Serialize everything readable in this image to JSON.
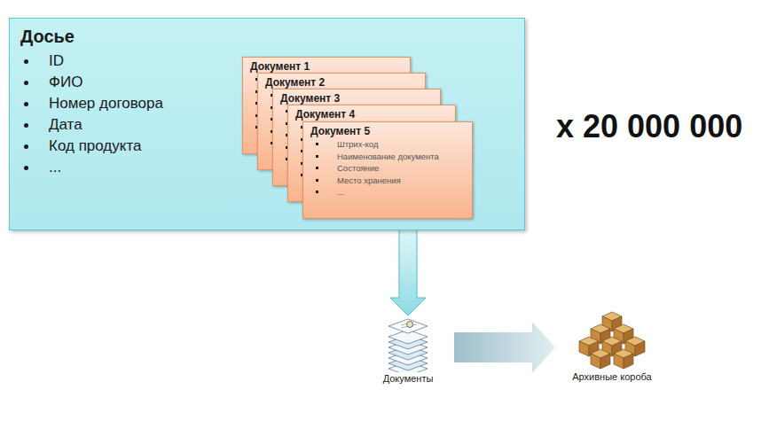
{
  "diagram": {
    "nodes": [
      {
        "text": [
          "Досье",
          "ID",
          "ФИО",
          "Номер договора",
          "Дата",
          "Код продукта",
          "..."
        ]
      },
      {
        "text": [
          "Документ 1"
        ],
        "in": 0
      },
      {
        "text": [
          "Документ 2"
        ],
        "in": 0
      },
      {
        "text": [
          "Документ 3"
        ],
        "in": 0
      },
      {
        "text": [
          "Документ 4"
        ],
        "in": 0
      },
      {
        "text": [
          "Документ 5",
          "Штрих-код",
          "Наименование документа",
          "Состояние",
          "Место хранения",
          "..."
        ],
        "in": 0
      },
      {
        "text": [
          "Документы"
        ]
      },
      {
        "text": [
          "Архивные короба"
        ]
      }
    ],
    "edges": [
      {
        "from": 5,
        "to": 6,
        "arrow": "to"
      },
      {
        "from": 6,
        "to": 7,
        "arrow": "to"
      }
    ],
    "labels": [
      "x 20 000 000"
    ]
  }
}
